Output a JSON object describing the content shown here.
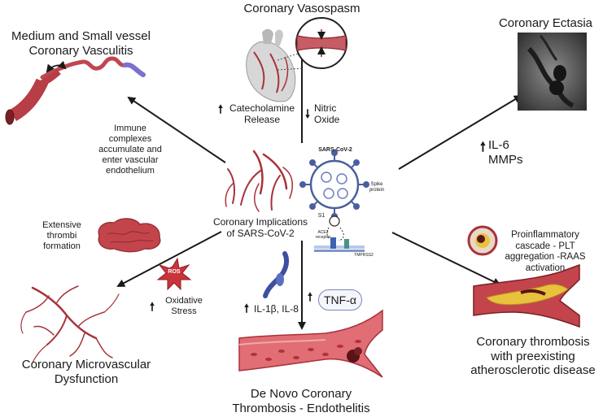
{
  "center": {
    "label_line1": "Coronary Implications",
    "label_line2": "of SARS-CoV-2",
    "virus_title": "SARS-CoV-2",
    "spike_label_1": "Spike",
    "spike_label_2": "protein",
    "s1_label": "S1",
    "ace2_label_1": "ACE2",
    "ace2_label_2": "receptor",
    "tmprss2_label": "TMPRSS2"
  },
  "vasospasm": {
    "title": "Coronary Vasospasm",
    "up_label_1": "Catecholamine",
    "up_label_2": "Release",
    "down_label_1": "Nitric",
    "down_label_2": "Oxide"
  },
  "vasculitis": {
    "title_line1": "Medium and Small vessel",
    "title_line2": "Coronary Vasculitis",
    "mechanism_line1": "Immune",
    "mechanism_line2": "complexes",
    "mechanism_line3": "accumulate and",
    "mechanism_line4": "enter vascular",
    "mechanism_line5": "endothelium"
  },
  "ectasia": {
    "title": "Coronary Ectasia",
    "marker_line1": "IL-6",
    "marker_line2": "MMPs"
  },
  "microvascular": {
    "thrombi_line1": "Extensive",
    "thrombi_line2": "thrombi",
    "thrombi_line3": "formation",
    "ros_label": "ROS",
    "stress_line1": "Oxidative",
    "stress_line2": "Stress",
    "title_line1": "Coronary Microvascular",
    "title_line2": "Dysfunction"
  },
  "denovo": {
    "il_label": "IL-1β, IL-8",
    "tnf_label": "TNF-α",
    "title_line1": "De Novo Coronary",
    "title_line2": "Thrombosis - Endothelitis"
  },
  "athero": {
    "cascade_line1": "Proinflammatory",
    "cascade_line2": "cascade - PLT",
    "cascade_line3": "aggregation -RAAS",
    "cascade_line4": "activation",
    "title_line1": "Coronary thrombosis",
    "title_line2": "with preexisting",
    "title_line3": "atherosclerotic disease"
  },
  "colors": {
    "arrow": "#1a1a1a",
    "vessel_red": "#a8323a",
    "vessel_dark": "#7a1f26",
    "vasculitis_purple": "#7b6fd0",
    "virus_blue": "#4a5f9e",
    "ros_red": "#c9343b",
    "plaque_yellow": "#e9c23d"
  },
  "up_arrow_symbol": "🠕",
  "down_arrow_symbol": "🠗"
}
